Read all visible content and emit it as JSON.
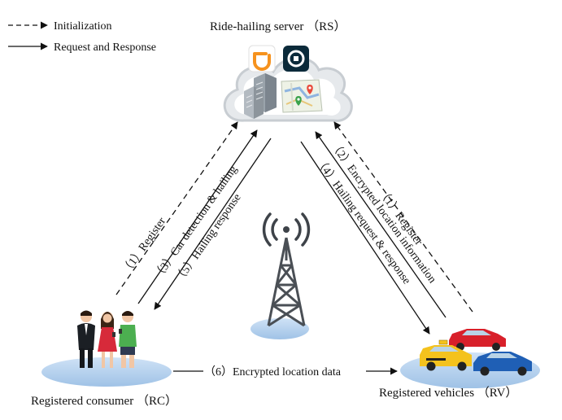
{
  "legend": {
    "initialization": "Initialization",
    "request_response": "Request and Response"
  },
  "nodes": {
    "server": "Ride-hailing server （RS）",
    "consumer": "Registered consumer （RC）",
    "vehicles": "Registered vehicles （RV）"
  },
  "edges": {
    "rc_register": "（1）Register",
    "rc_detection": "（3）Car detection & hailing",
    "rc_response": "（5）Hailing response",
    "rv_register": "（1）Register",
    "rv_location": "（2）Encrypted location information",
    "rv_request": "（4）Hailing request & response",
    "location_data": "（6）Encrypted location data"
  },
  "colors": {
    "ellipse": "#b9d4ef",
    "cloud": "#e4e7ea",
    "tower": "#4a4f55",
    "didi": "#f6921e",
    "uber": "#0b2a3a",
    "car_yellow": "#f4c21d",
    "car_red": "#d8202a",
    "car_blue": "#1f5fb5"
  }
}
